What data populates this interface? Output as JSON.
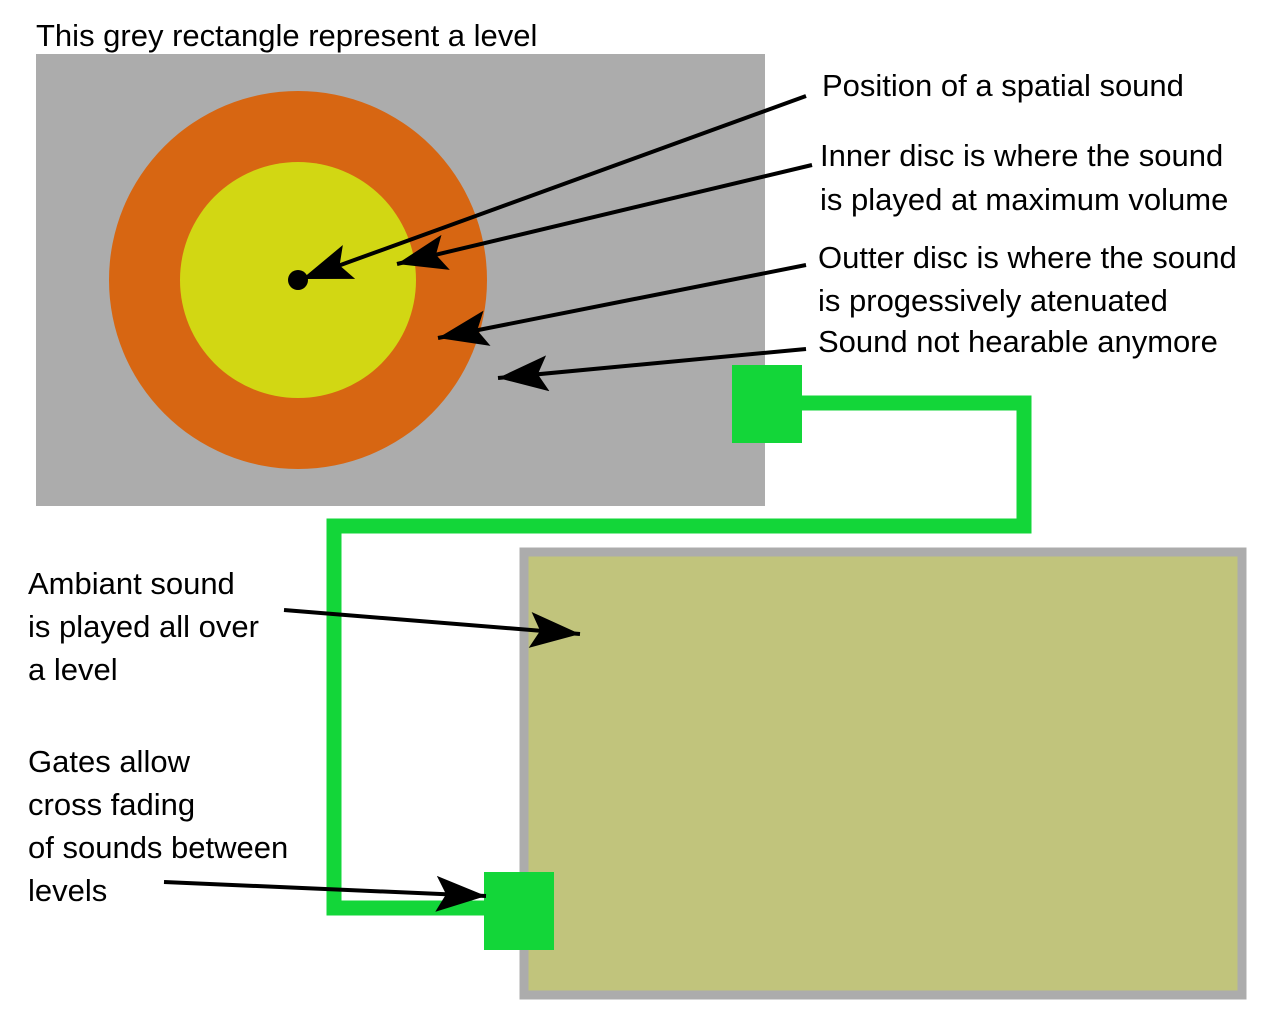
{
  "colors": {
    "level_grey": "#acacac",
    "outer_disc": "#d76612",
    "inner_disc": "#d2d713",
    "ambient_fill": "#c1c47c",
    "gate_green": "#13d639",
    "arrow": "#000000"
  },
  "labels": {
    "level_caption": "This grey rectangle represent a level",
    "position": "Position of a spatial sound",
    "inner_line1": "Inner disc is where the sound",
    "inner_line2": "is played at maximum volume",
    "outer_line1": "Outter disc is where the sound",
    "outer_line2": "is progessively atenuated",
    "not_hearable": "Sound not hearable anymore",
    "ambient_line1": "Ambiant sound",
    "ambient_line2": "is played all over",
    "ambient_line3": "a level",
    "gates_line1": "Gates allow",
    "gates_line2": "cross fading",
    "gates_line3": "of sounds between",
    "gates_line4": "levels"
  }
}
